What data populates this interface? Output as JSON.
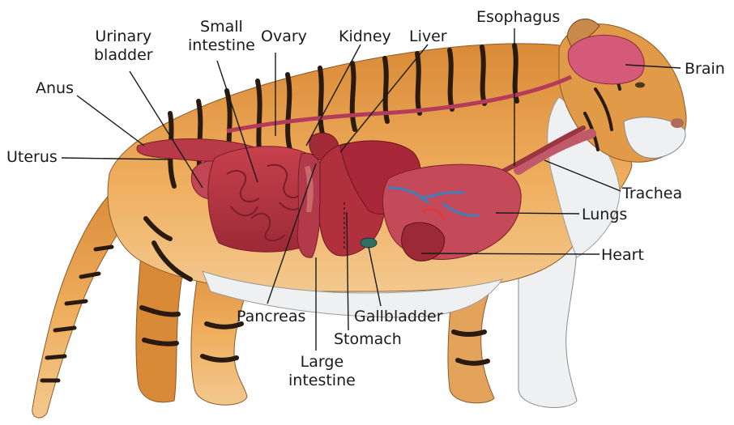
{
  "labels": {
    "urinary_bladder": "Urinary\nbladder",
    "small_intestine": "Small\nintestine",
    "ovary": "Ovary",
    "kidney": "Kidney",
    "liver": "Liver",
    "esophagus": "Esophagus",
    "brain": "Brain",
    "anus": "Anus",
    "uterus": "Uterus",
    "trachea": "Trachea",
    "lungs": "Lungs",
    "heart": "Heart",
    "pancreas": "Pancreas",
    "gallbladder": "Gallbladder",
    "stomach": "Stomach",
    "large_intestine": "Large\nintestine"
  },
  "colors": {
    "fur": "#e9a04a",
    "stripes": "#2a1a10",
    "belly": "#eef0f2",
    "organs": "#b8323f",
    "lungs": "#c54a59",
    "blood_vessels": "#3b7fc0",
    "gallbladder": "#2f6e63",
    "leader_lines": "#1a1a1a"
  }
}
